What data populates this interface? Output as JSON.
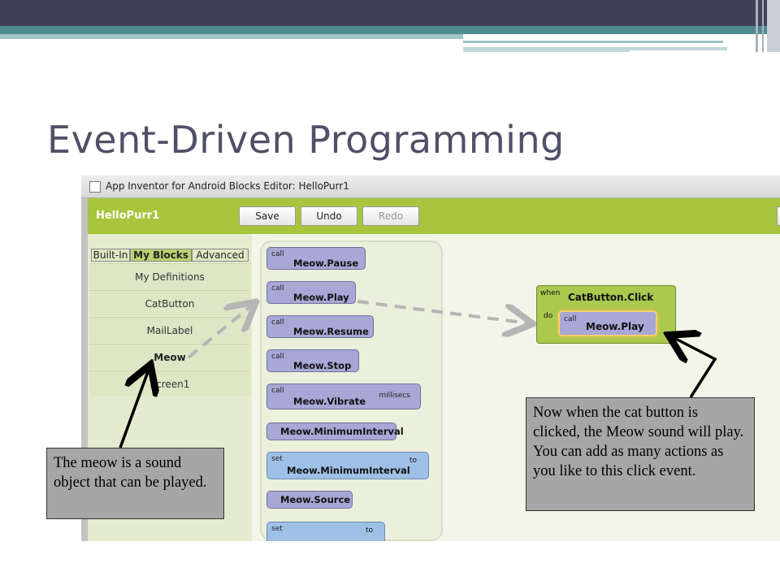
{
  "slide": {
    "title": "Event-Driven Programming"
  },
  "window": {
    "title": "App Inventor for Android Blocks Editor: HelloPurr1"
  },
  "toolbar": {
    "project_name": "HelloPurr1",
    "save_label": "Save",
    "undo_label": "Undo",
    "redo_label": "Redo"
  },
  "palette": {
    "tabs": [
      "Built-In",
      "My Blocks",
      "Advanced"
    ],
    "selected_tab": "My Blocks",
    "drawers": [
      "My Definitions",
      "CatButton",
      "MailLabel",
      "Meow",
      "Screen1"
    ],
    "selected_drawer": "Meow"
  },
  "flyout": {
    "call_keyword": "call",
    "set_keyword": "set",
    "blocks": {
      "pause": "Meow.Pause",
      "play": "Meow.Play",
      "resume": "Meow.Resume",
      "stop": "Meow.Stop",
      "vibrate": "Meow.Vibrate",
      "vibrate_param": "millisecs",
      "min_interval_get": "Meow.MinimumInterval",
      "min_interval_set": "Meow.MinimumInterval",
      "set_to": "to",
      "source_get": "Meow.Source",
      "partial_to": "to"
    }
  },
  "event_block": {
    "when_label": "when",
    "do_label": "do",
    "event_name": "CatButton.Click",
    "call_label": "call",
    "action_name": "Meow.Play"
  },
  "callouts": {
    "left": "The meow is a sound object that can be played.",
    "right": "Now when the cat button is clicked, the Meow sound will play. You can add as many actions as you like to this click event."
  },
  "colors": {
    "title": "#505067",
    "toolbar": "#a7c63d",
    "method_block": "#a7a8d6",
    "setter_block": "#9fc0e6",
    "event_block": "#a9c94f",
    "callout": "#a6a6a6"
  }
}
